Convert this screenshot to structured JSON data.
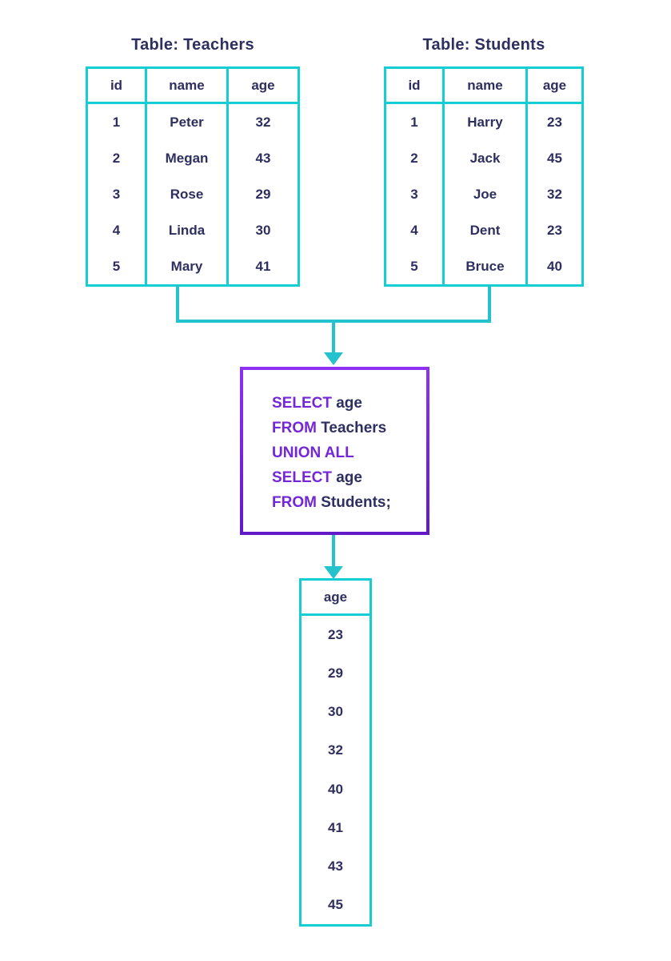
{
  "colors": {
    "table_border_cyan": "#15ced3",
    "connector_teal": "#23c2cc",
    "text_navy": "#2e2f60",
    "sql_keyword_purple": "#7427d6",
    "sql_box_border_top": "#8d30f2",
    "sql_box_border_bottom": "#6219c8"
  },
  "teachers": {
    "title": "Table: Teachers",
    "headers": [
      "id",
      "name",
      "age"
    ],
    "rows": [
      [
        "1",
        "Peter",
        "32"
      ],
      [
        "2",
        "Megan",
        "43"
      ],
      [
        "3",
        "Rose",
        "29"
      ],
      [
        "4",
        "Linda",
        "30"
      ],
      [
        "5",
        "Mary",
        "41"
      ]
    ]
  },
  "students": {
    "title": "Table: Students",
    "headers": [
      "id",
      "name",
      "age"
    ],
    "rows": [
      [
        "1",
        "Harry",
        "23"
      ],
      [
        "2",
        "Jack",
        "45"
      ],
      [
        "3",
        "Joe",
        "32"
      ],
      [
        "4",
        "Dent",
        "23"
      ],
      [
        "5",
        "Bruce",
        "40"
      ]
    ]
  },
  "query": {
    "lines": [
      {
        "keyword": "SELECT",
        "rest": " age"
      },
      {
        "keyword": "FROM",
        "rest": " Teachers"
      },
      {
        "keyword": "UNION ALL",
        "rest": ""
      },
      {
        "keyword": "SELECT",
        "rest": " age"
      },
      {
        "keyword": "FROM",
        "rest": " Students;"
      }
    ]
  },
  "result": {
    "header": "age",
    "rows": [
      "23",
      "29",
      "30",
      "32",
      "40",
      "41",
      "43",
      "45"
    ]
  }
}
